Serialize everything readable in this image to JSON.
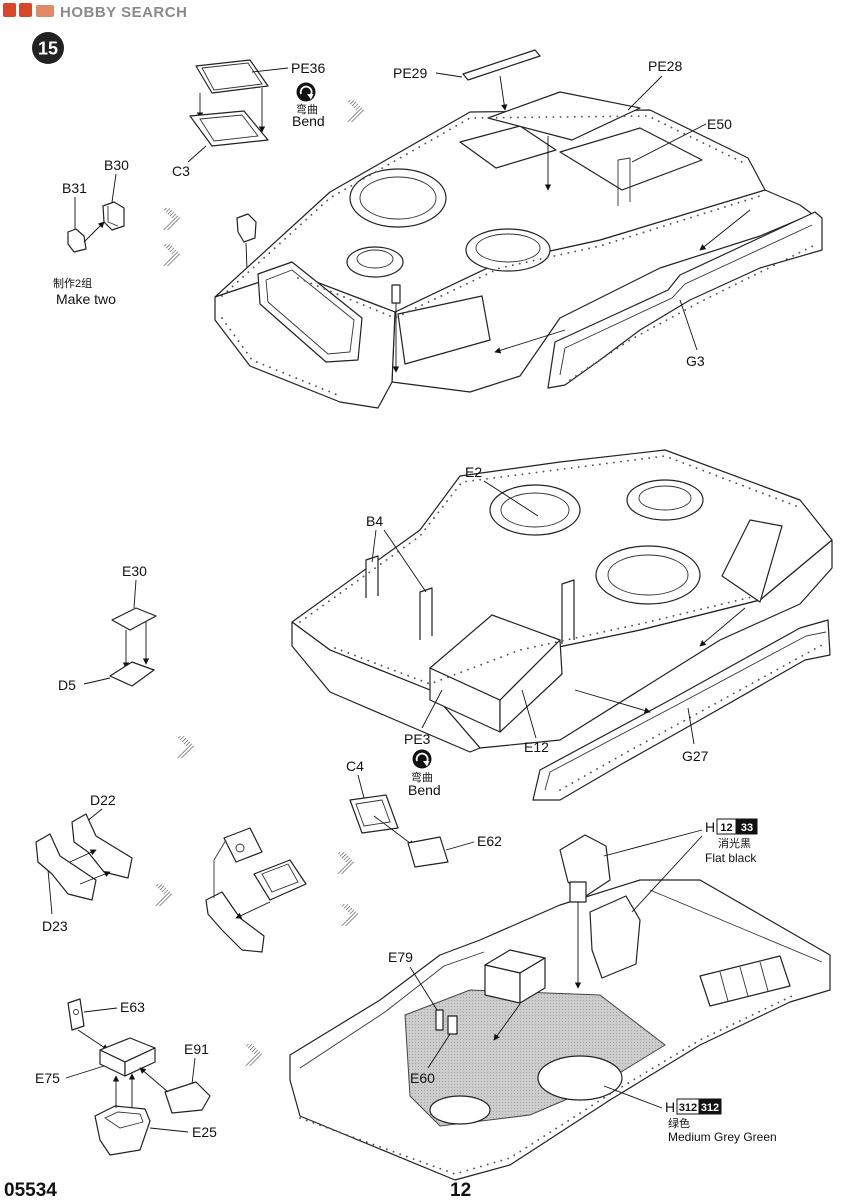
{
  "watermark": {
    "text": "HOBBY SEARCH"
  },
  "step": {
    "number": "15"
  },
  "parts": {
    "pe36": "PE36",
    "c3": "C3",
    "pe29": "PE29",
    "pe28": "PE28",
    "e50": "E50",
    "b31": "B31",
    "b30": "B30",
    "g3": "G3",
    "e2": "E2",
    "b4": "B4",
    "e30": "E30",
    "d5": "D5",
    "pe3": "PE3",
    "e12": "E12",
    "g27": "G27",
    "c4": "C4",
    "e62": "E62",
    "d22": "D22",
    "d23": "D23",
    "e79": "E79",
    "e63": "E63",
    "e91": "E91",
    "e75": "E75",
    "e60": "E60",
    "e25": "E25"
  },
  "notes": {
    "bend_zh": "弯曲",
    "bend_en": "Bend",
    "make_two_zh": "制作2组",
    "make_two_en": "Make two"
  },
  "paints": {
    "flat_black": {
      "brand": "H",
      "code_1": "12",
      "code_2": "33",
      "name_zh": "消光黑",
      "name_en": "Flat black"
    },
    "medium_grey_green": {
      "brand": "H",
      "code_1": "312",
      "code_2": "312",
      "name_zh": "绿色",
      "name_en": "Medium Grey Green"
    }
  },
  "icons": {
    "bend": "bend-icon",
    "progress": "hatched-progress-arrow-icon"
  },
  "footer": {
    "kit_number": "05534",
    "page_number": "12"
  }
}
